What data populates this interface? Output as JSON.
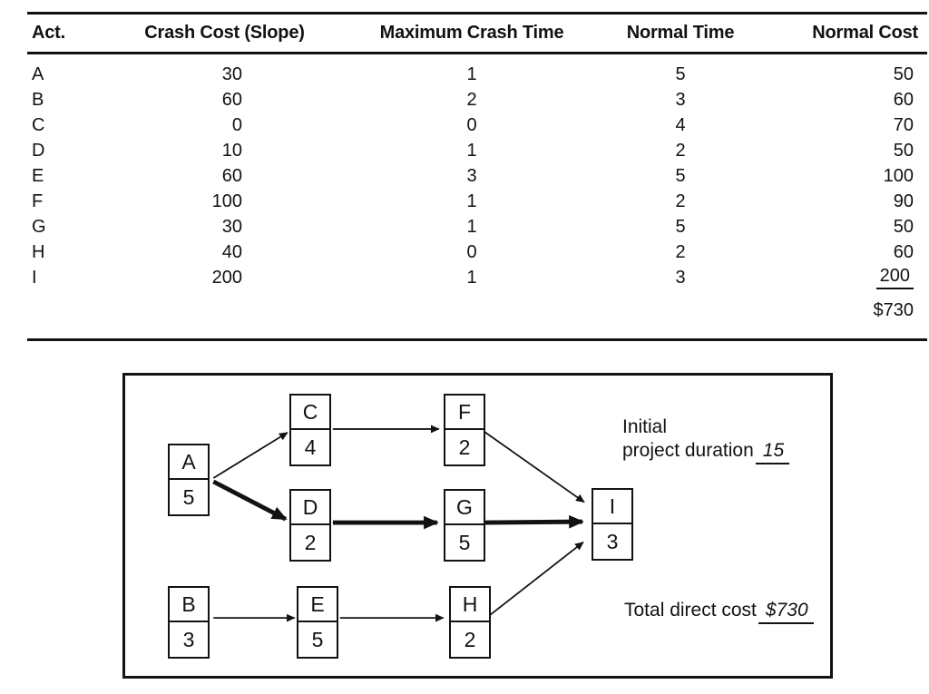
{
  "table": {
    "columns": [
      "Act.",
      "Crash Cost (Slope)",
      "Maximum Crash Time",
      "Normal Time",
      "Normal Cost"
    ],
    "rows": [
      {
        "act": "A",
        "crash_cost": "30",
        "max_crash_time": "1",
        "normal_time": "5",
        "normal_cost": "50",
        "underline_cost": false
      },
      {
        "act": "B",
        "crash_cost": "60",
        "max_crash_time": "2",
        "normal_time": "3",
        "normal_cost": "60",
        "underline_cost": false
      },
      {
        "act": "C",
        "crash_cost": "0",
        "max_crash_time": "0",
        "normal_time": "4",
        "normal_cost": "70",
        "underline_cost": false
      },
      {
        "act": "D",
        "crash_cost": "10",
        "max_crash_time": "1",
        "normal_time": "2",
        "normal_cost": "50",
        "underline_cost": false
      },
      {
        "act": "E",
        "crash_cost": "60",
        "max_crash_time": "3",
        "normal_time": "5",
        "normal_cost": "100",
        "underline_cost": false
      },
      {
        "act": "F",
        "crash_cost": "100",
        "max_crash_time": "1",
        "normal_time": "2",
        "normal_cost": "90",
        "underline_cost": false
      },
      {
        "act": "G",
        "crash_cost": "30",
        "max_crash_time": "1",
        "normal_time": "5",
        "normal_cost": "50",
        "underline_cost": false
      },
      {
        "act": "H",
        "crash_cost": "40",
        "max_crash_time": "0",
        "normal_time": "2",
        "normal_cost": "60",
        "underline_cost": false
      },
      {
        "act": "I",
        "crash_cost": "200",
        "max_crash_time": "1",
        "normal_time": "3",
        "normal_cost": "200",
        "underline_cost": true
      }
    ],
    "total_label": "$730"
  },
  "network": {
    "nodes": [
      {
        "id": "A",
        "duration": "5"
      },
      {
        "id": "C",
        "duration": "4"
      },
      {
        "id": "F",
        "duration": "2"
      },
      {
        "id": "D",
        "duration": "2"
      },
      {
        "id": "G",
        "duration": "5"
      },
      {
        "id": "I",
        "duration": "3"
      },
      {
        "id": "B",
        "duration": "3"
      },
      {
        "id": "E",
        "duration": "5"
      },
      {
        "id": "H",
        "duration": "2"
      }
    ],
    "edges": [
      {
        "from": "A",
        "to": "C",
        "bold": false
      },
      {
        "from": "A",
        "to": "D",
        "bold": true
      },
      {
        "from": "C",
        "to": "F",
        "bold": false
      },
      {
        "from": "D",
        "to": "G",
        "bold": true
      },
      {
        "from": "G",
        "to": "I",
        "bold": true
      },
      {
        "from": "F",
        "to": "I",
        "bold": false
      },
      {
        "from": "B",
        "to": "E",
        "bold": false
      },
      {
        "from": "E",
        "to": "H",
        "bold": false
      },
      {
        "from": "H",
        "to": "I",
        "bold": false
      }
    ],
    "annotations": {
      "initial_line1": "Initial",
      "initial_line2": "project duration",
      "initial_value": "15",
      "total_label": "Total direct cost",
      "total_value": "$730"
    },
    "line_color": "#121212"
  }
}
